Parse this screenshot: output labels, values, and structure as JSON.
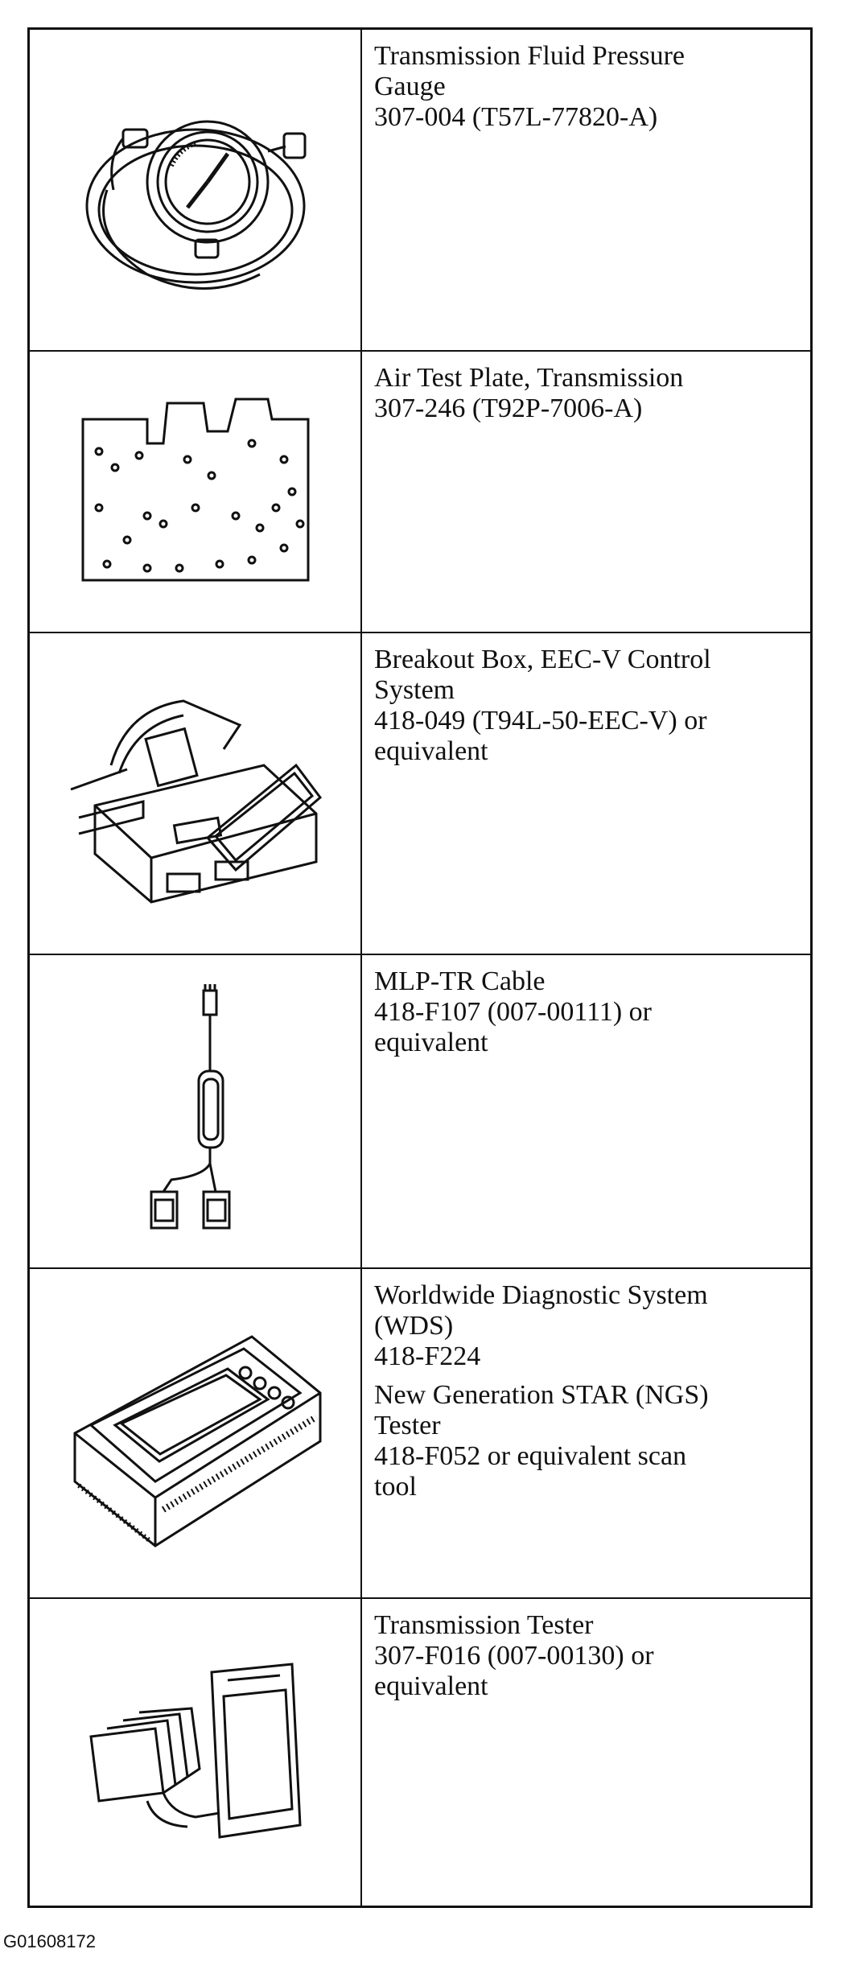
{
  "rows": [
    {
      "icon": "pressure-gauge-icon",
      "lines": [
        "Transmission Fluid Pressure",
        "Gauge",
        "307-004 (T57L-77820-A)"
      ]
    },
    {
      "icon": "air-test-plate-icon",
      "lines": [
        "Air Test Plate, Transmission",
        "307-246 (T92P-7006-A)"
      ]
    },
    {
      "icon": "breakout-box-icon",
      "lines": [
        "Breakout Box, EEC-V Control",
        "System",
        "418-049 (T94L-50-EEC-V) or",
        "equivalent"
      ]
    },
    {
      "icon": "mlp-tr-cable-icon",
      "lines": [
        "MLP-TR Cable",
        "418-F107 (007-00111) or",
        "equivalent"
      ]
    },
    {
      "icon": "diagnostic-tablet-icon",
      "lines": [
        "Worldwide Diagnostic System",
        "(WDS)",
        "418-F224"
      ],
      "lines2": [
        "New Generation STAR (NGS)",
        "Tester",
        "418-F052 or equivalent scan",
        "tool"
      ]
    },
    {
      "icon": "transmission-tester-icon",
      "lines": [
        "Transmission Tester",
        "307-F016 (007-00130) or",
        "equivalent"
      ]
    }
  ],
  "figure_id": "G01608172"
}
